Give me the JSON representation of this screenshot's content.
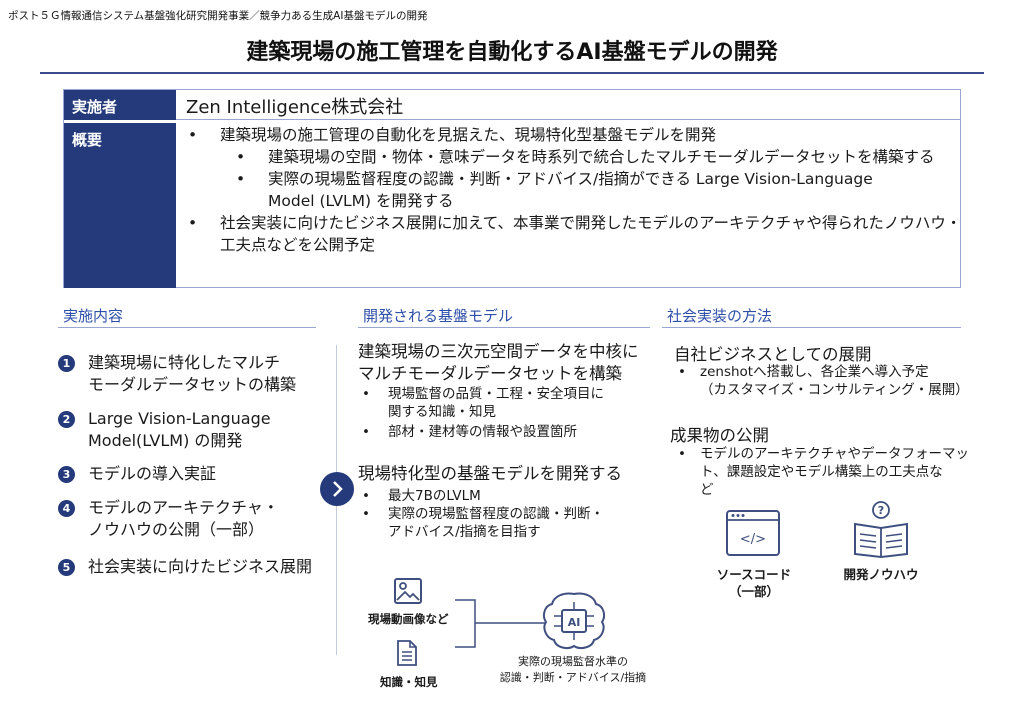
{
  "header_note": "ポスト５Ｇ情報通信システム基盤強化研究開発事業／競争力ある生成AI基盤モデルの開発",
  "title": "建築現場の施工管理を自動化するAI基盤モデルの開発",
  "info": {
    "impl_label": "実施者",
    "impl_value": "Zen Intelligence株式会社",
    "overview_label": "概要",
    "overview_lines": [
      "建築現場の施工管理の自動化を見据えた、現場特化型基盤モデルを開発",
      "建築現場の空間・物体・意味データを時系列で統合したマルチモーダルデータセットを構築する",
      "実際の現場監督程度の認識・判断・アドバイス/指摘ができる Large Vision-Language",
      "Model (LVLM) を開発する",
      "社会実装に向けたビジネス展開に加えて、本事業で開発したモデルのアーキテクチャや得られたノウハウ・",
      "工夫点などを公開予定"
    ],
    "bullet": "•"
  },
  "sections": {
    "left": {
      "heading": "実施内容",
      "items": [
        {
          "num": "1",
          "lines": [
            "建築現場に特化したマルチ",
            "モーダルデータセットの構築"
          ]
        },
        {
          "num": "2",
          "lines": [
            "Large Vision-Language",
            "Model(LVLM) の開発"
          ]
        },
        {
          "num": "3",
          "lines": [
            "モデルの導入実証"
          ]
        },
        {
          "num": "4",
          "lines": [
            "モデルのアーキテクチャ・",
            "ノウハウの公開（一部）"
          ]
        },
        {
          "num": "5",
          "lines": [
            "社会実装に向けたビジネス展開"
          ]
        }
      ]
    },
    "middle": {
      "heading": "開発される基盤モデル",
      "block1_lines": [
        "建築現場の三次元空間データを中核に",
        "マルチモーダルデータセットを構築"
      ],
      "block1_bullets": [
        "現場監督の品質・工程・安全項目に",
        "関する知識・知見",
        "部材・建材等の情報や設置箇所"
      ],
      "block2_heading": "現場特化型の基盤モデルを開発する",
      "block2_bullets": [
        "最大7BのLVLM",
        "実際の現場監督程度の認識・判断・",
        "アドバイス/指摘を目指す"
      ],
      "diagram": {
        "input1": "現場動画像など",
        "input2": "知識・知見",
        "ai_text": "AI",
        "output_lines": [
          "実際の現場監督水準の",
          "認識・判断・アドバイス/指摘"
        ]
      }
    },
    "right": {
      "heading": "社会実装の方法",
      "sub1": "自社ビジネスとしての展開",
      "sub1_bullets": [
        "zenshotへ搭載し、各企業へ導入予定",
        "（カスタマイズ・コンサルティング・展開）"
      ],
      "sub2": "成果物の公開",
      "sub2_bullets": [
        "モデルのアーキテクチャやデータフォーマッ",
        "ト、課題設定やモデル構築上の工夫点な",
        "ど"
      ],
      "icon1_lines": [
        "ソースコード",
        "（一部）"
      ],
      "icon2_label": "開発ノウハウ",
      "code_glyph": "</>",
      "question_glyph": "?"
    }
  },
  "colors": {
    "navy": "#243a7a",
    "accent_blue": "#2d4fa8",
    "rule": "#9aa6d2",
    "icon_stroke": "#3f4f80"
  }
}
